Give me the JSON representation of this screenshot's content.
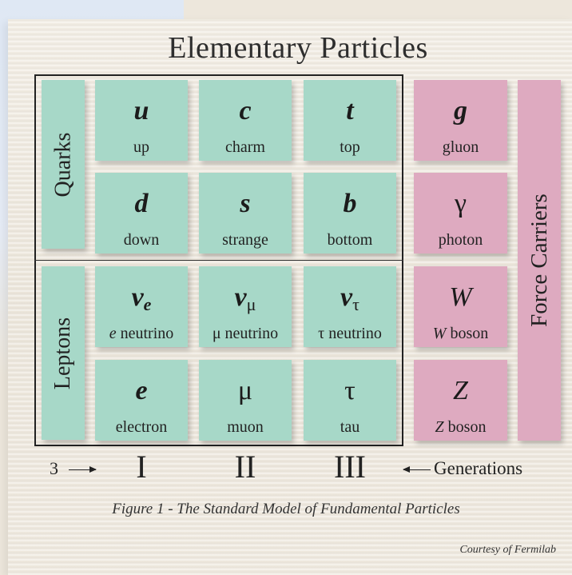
{
  "title": "Elementary Particles",
  "row_labels": {
    "quarks": "Quarks",
    "leptons": "Leptons"
  },
  "force_carriers_label": "Force Carriers",
  "particles": [
    {
      "symbol": "u",
      "name": "up"
    },
    {
      "symbol": "c",
      "name": "charm"
    },
    {
      "symbol": "t",
      "name": "top"
    },
    {
      "symbol": "d",
      "name": "down"
    },
    {
      "symbol": "s",
      "name": "strange"
    },
    {
      "symbol": "b",
      "name": "bottom"
    },
    {
      "symbol": "ν",
      "sub": "e",
      "name_prefix": "e",
      "name": " neutrino"
    },
    {
      "symbol": "ν",
      "sub": "μ",
      "name": "μ neutrino"
    },
    {
      "symbol": "ν",
      "sub": "τ",
      "name": "τ neutrino"
    },
    {
      "symbol": "e",
      "name": "electron"
    },
    {
      "symbol": "μ",
      "name": "muon"
    },
    {
      "symbol": "τ",
      "name": "tau"
    }
  ],
  "force_carriers": [
    {
      "symbol": "g",
      "name": "gluon"
    },
    {
      "symbol": "γ",
      "name": "photon"
    },
    {
      "symbol": "W",
      "name_prefix": "W",
      "name": " boson"
    },
    {
      "symbol": "Z",
      "name_prefix": "Z",
      "name": " boson"
    }
  ],
  "generations": {
    "count": "3",
    "labels": [
      "I",
      "II",
      "III"
    ],
    "word": "Generations"
  },
  "caption": "Figure 1 - The Standard Model of Fundamental Particles",
  "credit": "Courtesy of Fermilab",
  "colors": {
    "matter_tile": "#a7d8c8",
    "force_tile": "#deaac0"
  }
}
